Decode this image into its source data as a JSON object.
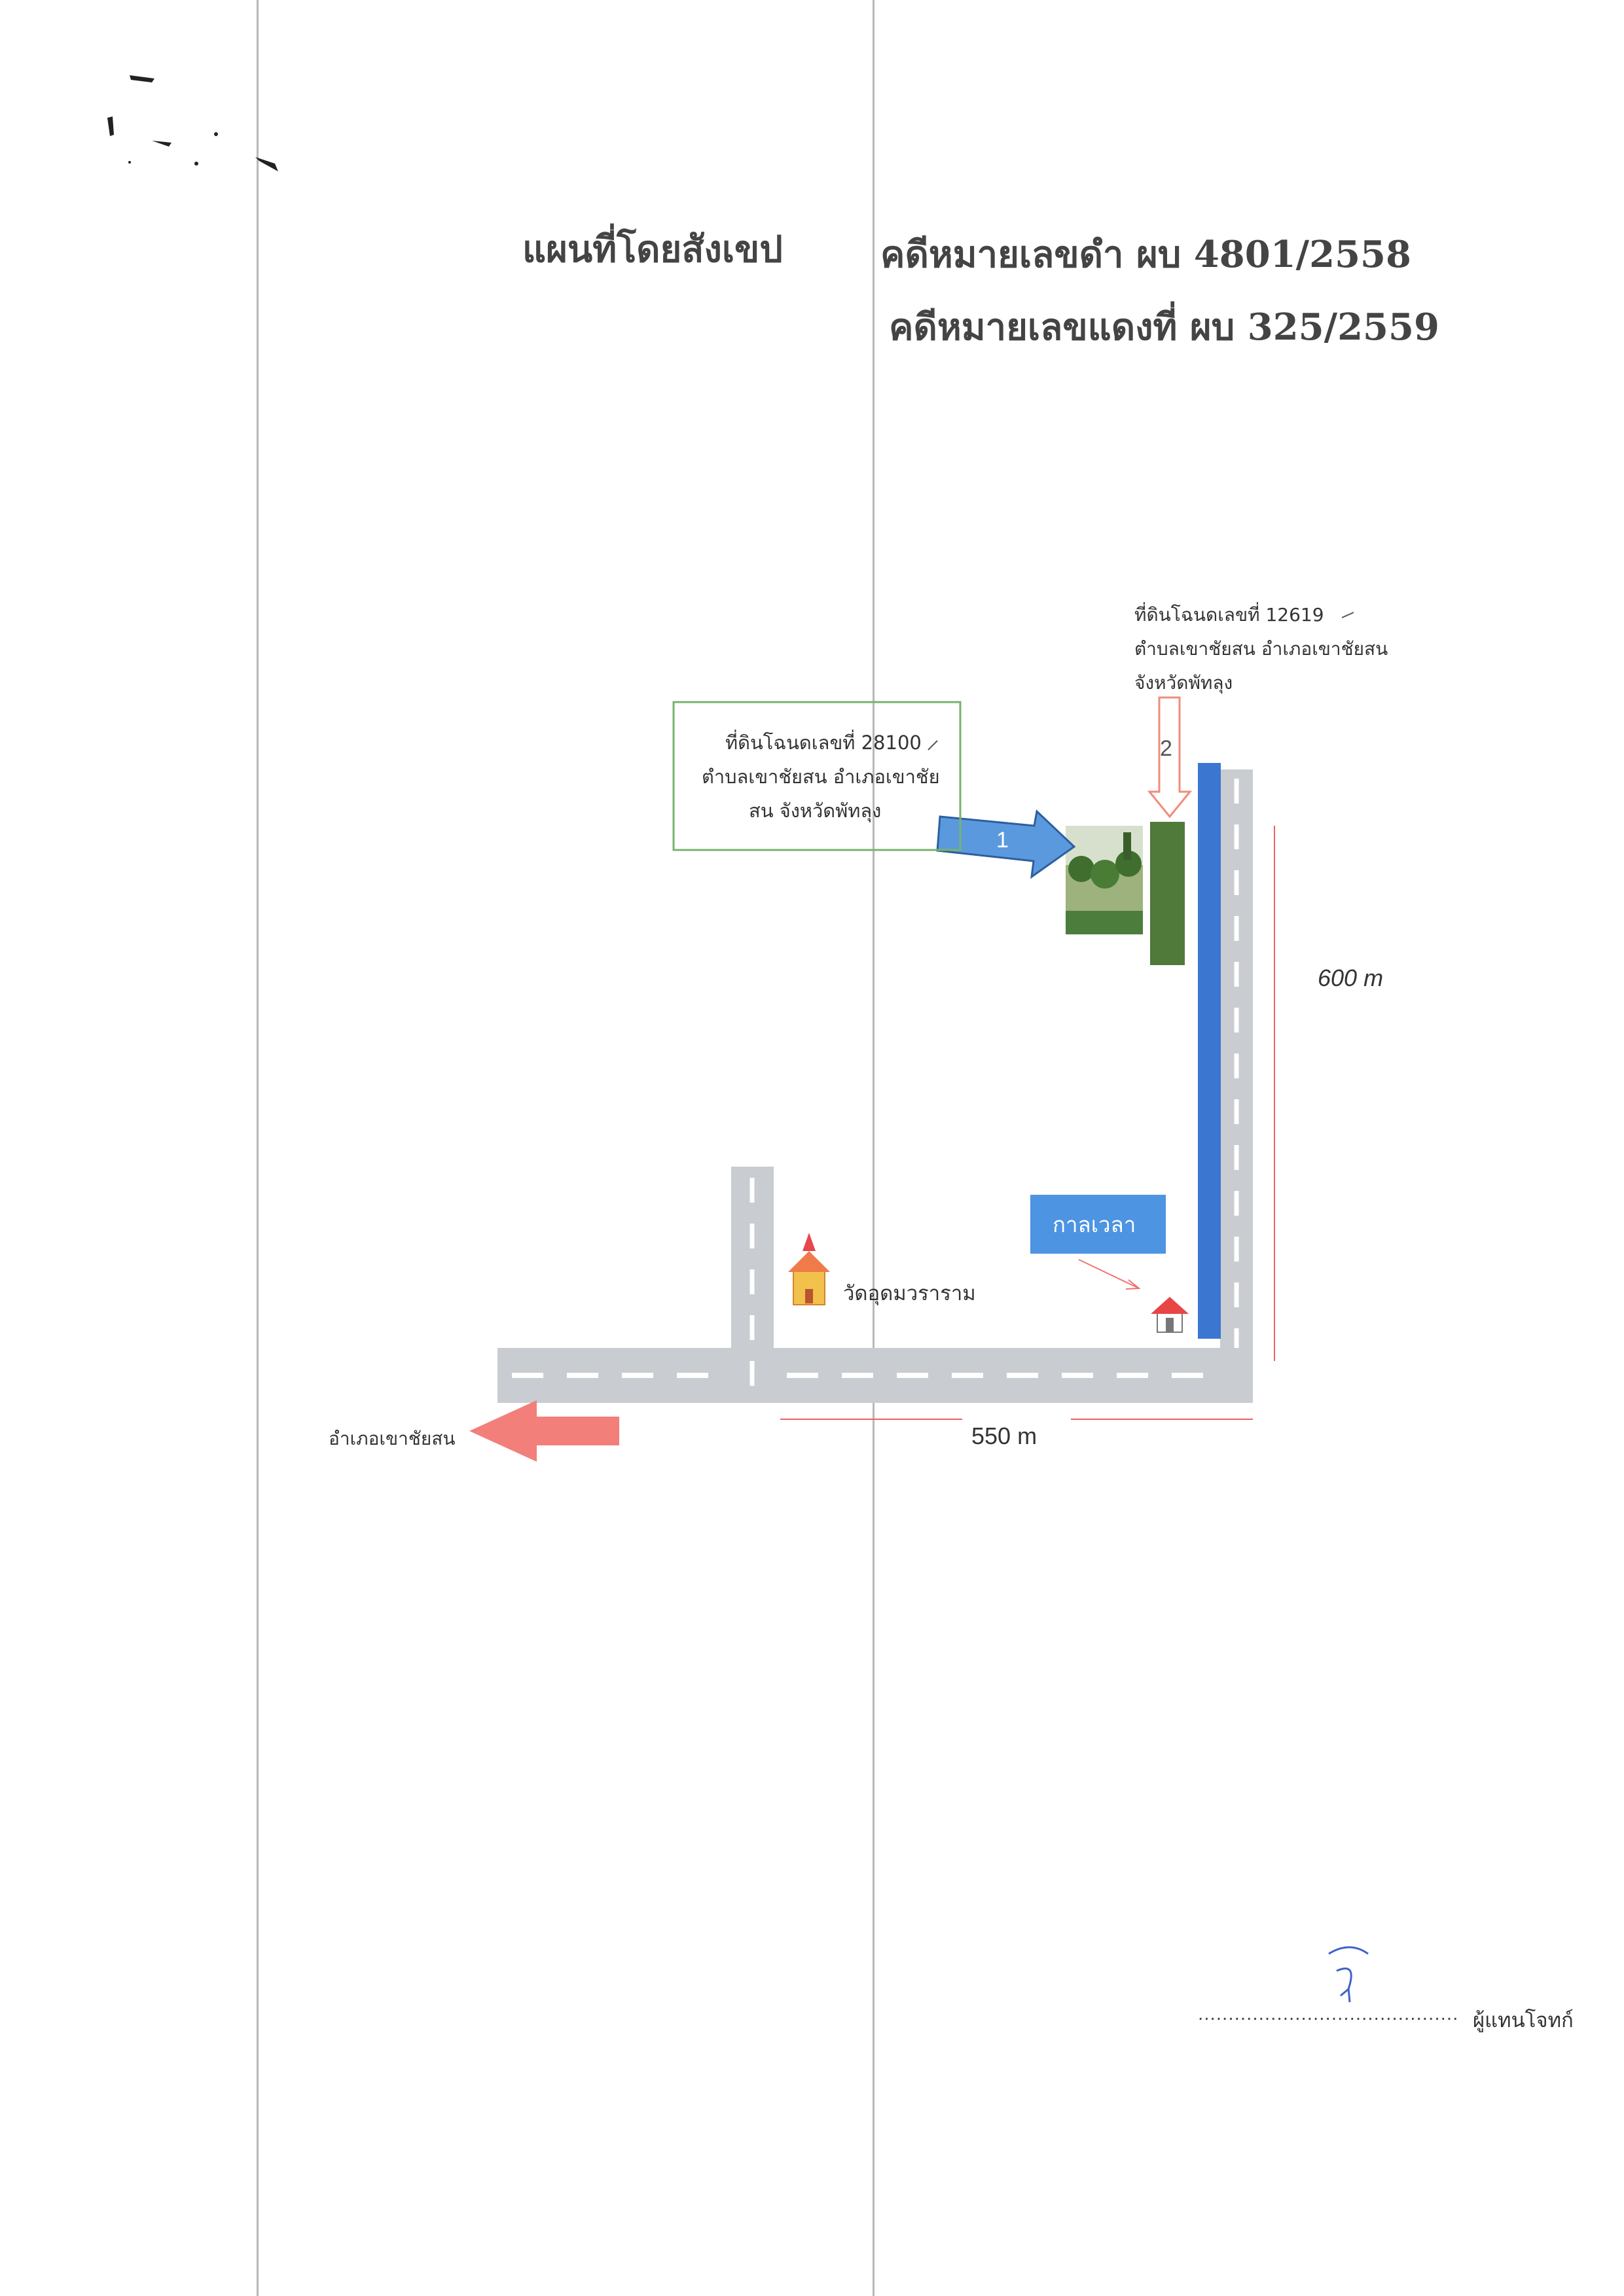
{
  "header": {
    "title": "แผนที่โดยสังเขป",
    "black_case": "คดีหมายเลขดำ ผบ 4801/2558",
    "red_case": "คดีหมายเลขแดงที่ ผบ 325/2559"
  },
  "parcel_1": {
    "line1": "ที่ดินโฉนดเลขที่ 28100",
    "line2": "ตำบลเขาชัยสน อำเภอเขาชัย",
    "line3": "สน จังหวัดพัทลุง",
    "marker": "1"
  },
  "parcel_2": {
    "line1": "ที่ดินโฉนดเลขที่ 12619",
    "line2": "ตำบลเขาชัยสน อำเภอเขาชัยสน",
    "line3": "จังหวัดพัทลุง",
    "marker": "2"
  },
  "distances": {
    "vertical": "600 m",
    "horizontal": "550 m"
  },
  "landmarks": {
    "temple": "วัดอุดมวราราม",
    "kalawela": "กาลเวลา",
    "direction": "อำเภอเขาชัยสน"
  },
  "footer": {
    "signature_dots": "...........................................",
    "signer_role": "ผู้แทนโจทก์"
  },
  "colors": {
    "road": "#c9ccd0",
    "blue_strip": "#3b77d1",
    "parcel_green": "#4f7a3a",
    "arrow_red": "#f37f7a",
    "label_box": "#4d94e3"
  }
}
